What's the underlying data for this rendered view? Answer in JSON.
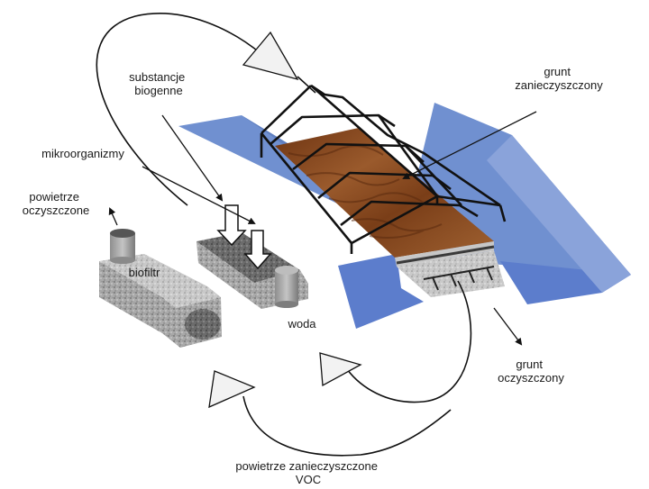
{
  "labels": {
    "substancje": [
      "substancje",
      "biogenne"
    ],
    "grunt_zanieczyszczony": [
      "grunt",
      "zanieczyszczony"
    ],
    "mikroorganizmy": [
      "mikroorganizmy"
    ],
    "powietrze_oczyszczone": [
      "powietrze",
      "oczyszczone"
    ],
    "biofiltr": [
      "biofiltr"
    ],
    "woda": [
      "woda"
    ],
    "grunt_oczyszczony": [
      "grunt",
      "oczyszczony"
    ],
    "powietrze_zanieczyszczone": [
      "powietrze zanieczyszczone",
      "VOC"
    ]
  },
  "colors": {
    "trench_blue": "#7090d0",
    "soil_brown": "#8a4a20",
    "gravel_gray": "#b0b0b0",
    "frame_black": "#111111",
    "arrow_fill": "#f2f2f2"
  }
}
